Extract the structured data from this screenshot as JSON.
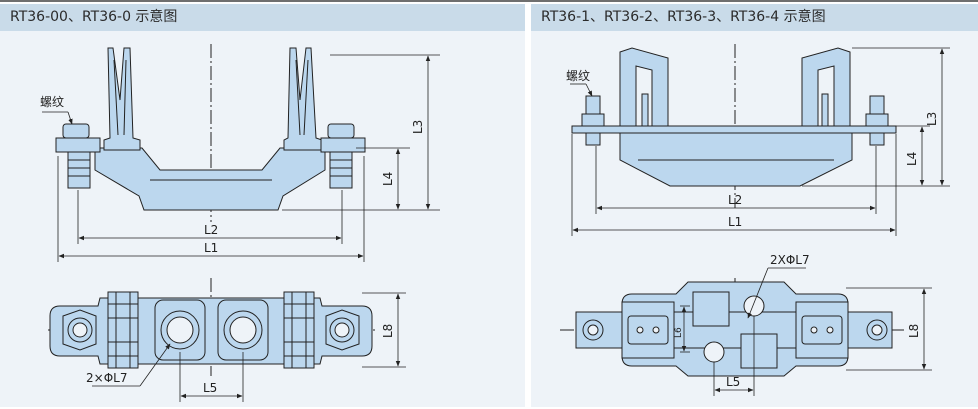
{
  "left_panel": {
    "title": "RT36-00、RT36-0 示意图",
    "labels": {
      "thread": "螺纹",
      "L1": "L1",
      "L2": "L2",
      "L3": "L3",
      "L4": "L4",
      "L5": "L5",
      "L8": "L8",
      "holes": "2×ΦL7"
    }
  },
  "right_panel": {
    "title": "RT36-1、RT36-2、RT36-3、RT36-4 示意图",
    "labels": {
      "thread": "螺纹",
      "L1": "L1",
      "L2": "L2",
      "L3": "L3",
      "L4": "L4",
      "L5": "L5",
      "L6": "L6",
      "L8": "L8",
      "holes": "2XΦL7"
    }
  },
  "colors": {
    "header": "#c9dbe9",
    "body": "#eef3f8",
    "part_fill": "#bcd7ee",
    "line": "#222222"
  }
}
